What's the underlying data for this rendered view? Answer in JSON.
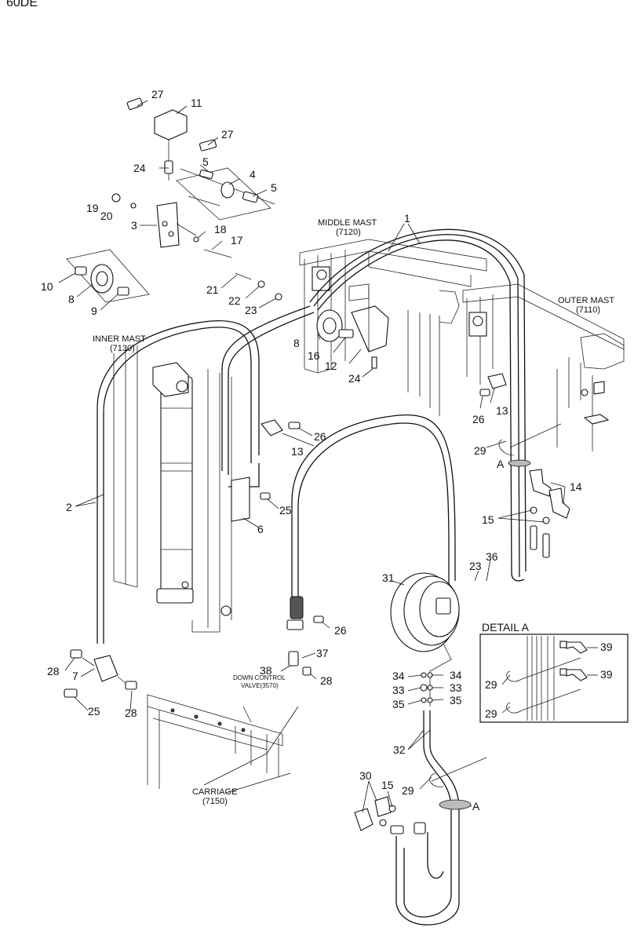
{
  "header": {
    "model": "60DE"
  },
  "labels": {
    "middle_mast": "MIDDLE MAST",
    "middle_mast_code": "(7120)",
    "outer_mast": "OUTER MAST",
    "outer_mast_code": "(7110)",
    "inner_mast": "INNER MAST",
    "inner_mast_code": "(7130)",
    "carriage": "CARRIAGE",
    "carriage_code": "(7150)",
    "down_control_1": "DOWN CONTROL",
    "down_control_2": "VALVE(3570)",
    "detail_a": "DETAIL A",
    "ref_a": "A"
  },
  "callouts": [
    {
      "id": "c27a",
      "text": "27"
    },
    {
      "id": "c11",
      "text": "11"
    },
    {
      "id": "c27b",
      "text": "27"
    },
    {
      "id": "c24a",
      "text": "24"
    },
    {
      "id": "c5a",
      "text": "5"
    },
    {
      "id": "c4",
      "text": "4"
    },
    {
      "id": "c5b",
      "text": "5"
    },
    {
      "id": "c19",
      "text": "19"
    },
    {
      "id": "c20",
      "text": "20"
    },
    {
      "id": "c3",
      "text": "3"
    },
    {
      "id": "c18",
      "text": "18"
    },
    {
      "id": "c17",
      "text": "17"
    },
    {
      "id": "c10",
      "text": "10"
    },
    {
      "id": "c8a",
      "text": "8"
    },
    {
      "id": "c9",
      "text": "9"
    },
    {
      "id": "c21",
      "text": "21"
    },
    {
      "id": "c22",
      "text": "22"
    },
    {
      "id": "c23a",
      "text": "23"
    },
    {
      "id": "c1",
      "text": "1"
    },
    {
      "id": "c8b",
      "text": "8"
    },
    {
      "id": "c16",
      "text": "16"
    },
    {
      "id": "c12",
      "text": "12"
    },
    {
      "id": "c24b",
      "text": "24"
    },
    {
      "id": "c26a",
      "text": "26"
    },
    {
      "id": "c13a",
      "text": "13"
    },
    {
      "id": "c26b",
      "text": "26"
    },
    {
      "id": "c13b",
      "text": "13"
    },
    {
      "id": "c29a",
      "text": "29"
    },
    {
      "id": "c14",
      "text": "14"
    },
    {
      "id": "c15a",
      "text": "15"
    },
    {
      "id": "c2",
      "text": "2"
    },
    {
      "id": "c25a",
      "text": "25"
    },
    {
      "id": "c6",
      "text": "6"
    },
    {
      "id": "c23b",
      "text": "23"
    },
    {
      "id": "c36",
      "text": "36"
    },
    {
      "id": "c31",
      "text": "31"
    },
    {
      "id": "c26c",
      "text": "26"
    },
    {
      "id": "c37",
      "text": "37"
    },
    {
      "id": "c38",
      "text": "38"
    },
    {
      "id": "c28a",
      "text": "28"
    },
    {
      "id": "c28b",
      "text": "28"
    },
    {
      "id": "c7",
      "text": "7"
    },
    {
      "id": "c25b",
      "text": "25"
    },
    {
      "id": "c28c",
      "text": "28"
    },
    {
      "id": "c34a",
      "text": "34"
    },
    {
      "id": "c34b",
      "text": "34"
    },
    {
      "id": "c33a",
      "text": "33"
    },
    {
      "id": "c33b",
      "text": "33"
    },
    {
      "id": "c35a",
      "text": "35"
    },
    {
      "id": "c35b",
      "text": "35"
    },
    {
      "id": "c32",
      "text": "32"
    },
    {
      "id": "c29b",
      "text": "29"
    },
    {
      "id": "c30",
      "text": "30"
    },
    {
      "id": "c15b",
      "text": "15"
    },
    {
      "id": "c39a",
      "text": "39"
    },
    {
      "id": "c39b",
      "text": "39"
    },
    {
      "id": "c29c",
      "text": "29"
    },
    {
      "id": "c29d",
      "text": "29"
    }
  ]
}
